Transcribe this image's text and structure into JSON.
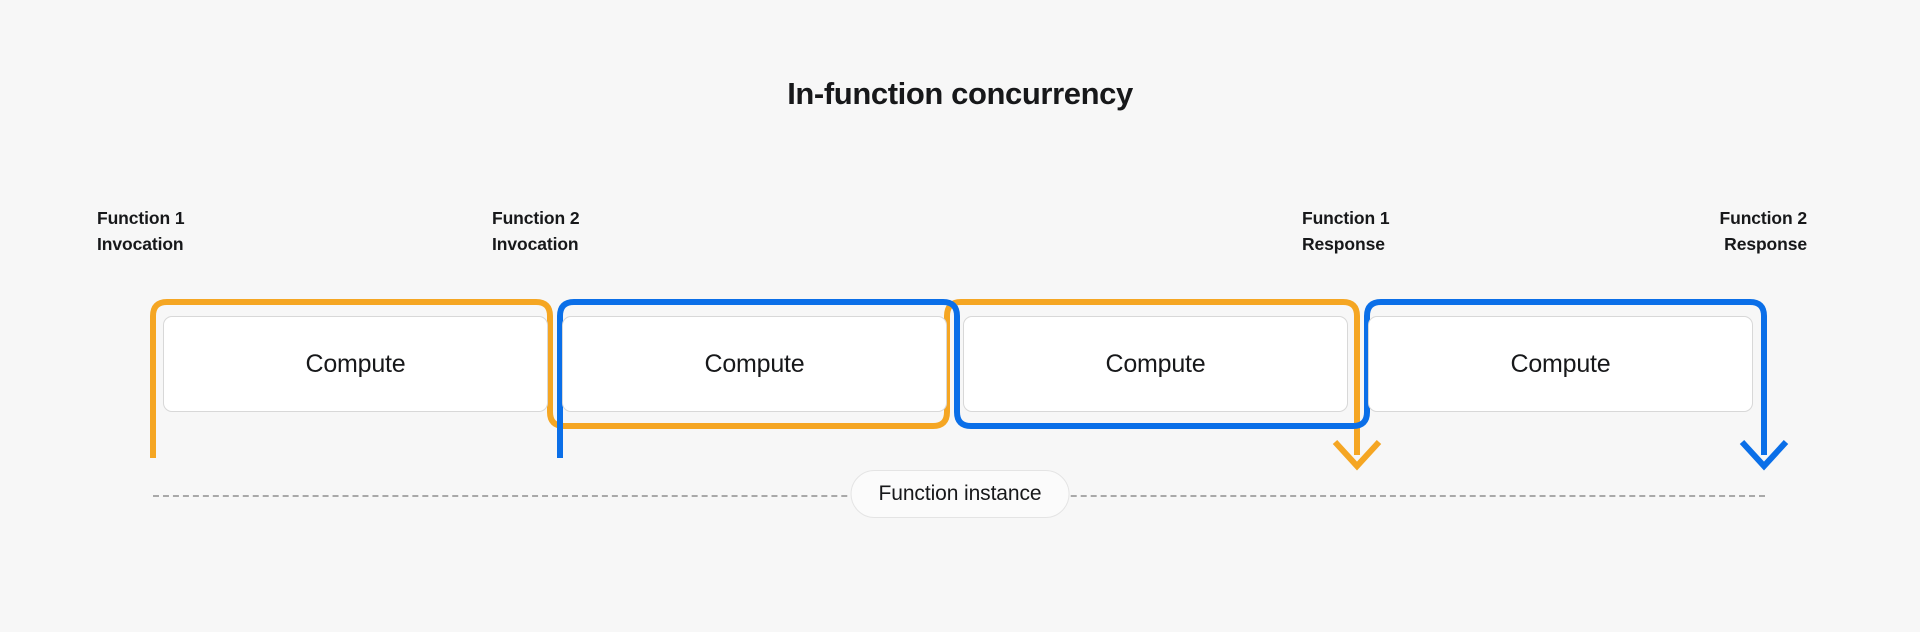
{
  "diagram": {
    "title": "In-function concurrency",
    "background_color": "#f7f7f7",
    "colors": {
      "function1": "#f5a623",
      "function2": "#0b6fe8",
      "text": "#17181a",
      "box_border": "#d8d8d8",
      "dashed_line": "#a9a9a9"
    },
    "labels": [
      {
        "id": "f1-invoke",
        "text": "Function 1\nInvocation",
        "align": "left"
      },
      {
        "id": "f2-invoke",
        "text": "Function 2\nInvocation",
        "align": "left"
      },
      {
        "id": "f1-response",
        "text": "Function 1\nResponse",
        "align": "left"
      },
      {
        "id": "f2-response",
        "text": "Function 2\nResponse",
        "align": "right"
      }
    ],
    "segments": [
      {
        "index": 0,
        "label": "Compute",
        "top_bracket": "function1",
        "bottom_bracket": null
      },
      {
        "index": 1,
        "label": "Compute",
        "top_bracket": "function2",
        "bottom_bracket": "function1"
      },
      {
        "index": 2,
        "label": "Compute",
        "top_bracket": "function1",
        "bottom_bracket": "function2"
      },
      {
        "index": 3,
        "label": "Compute",
        "top_bracket": "function2",
        "bottom_bracket": null
      }
    ],
    "instance": {
      "pill_label": "Function instance"
    }
  }
}
